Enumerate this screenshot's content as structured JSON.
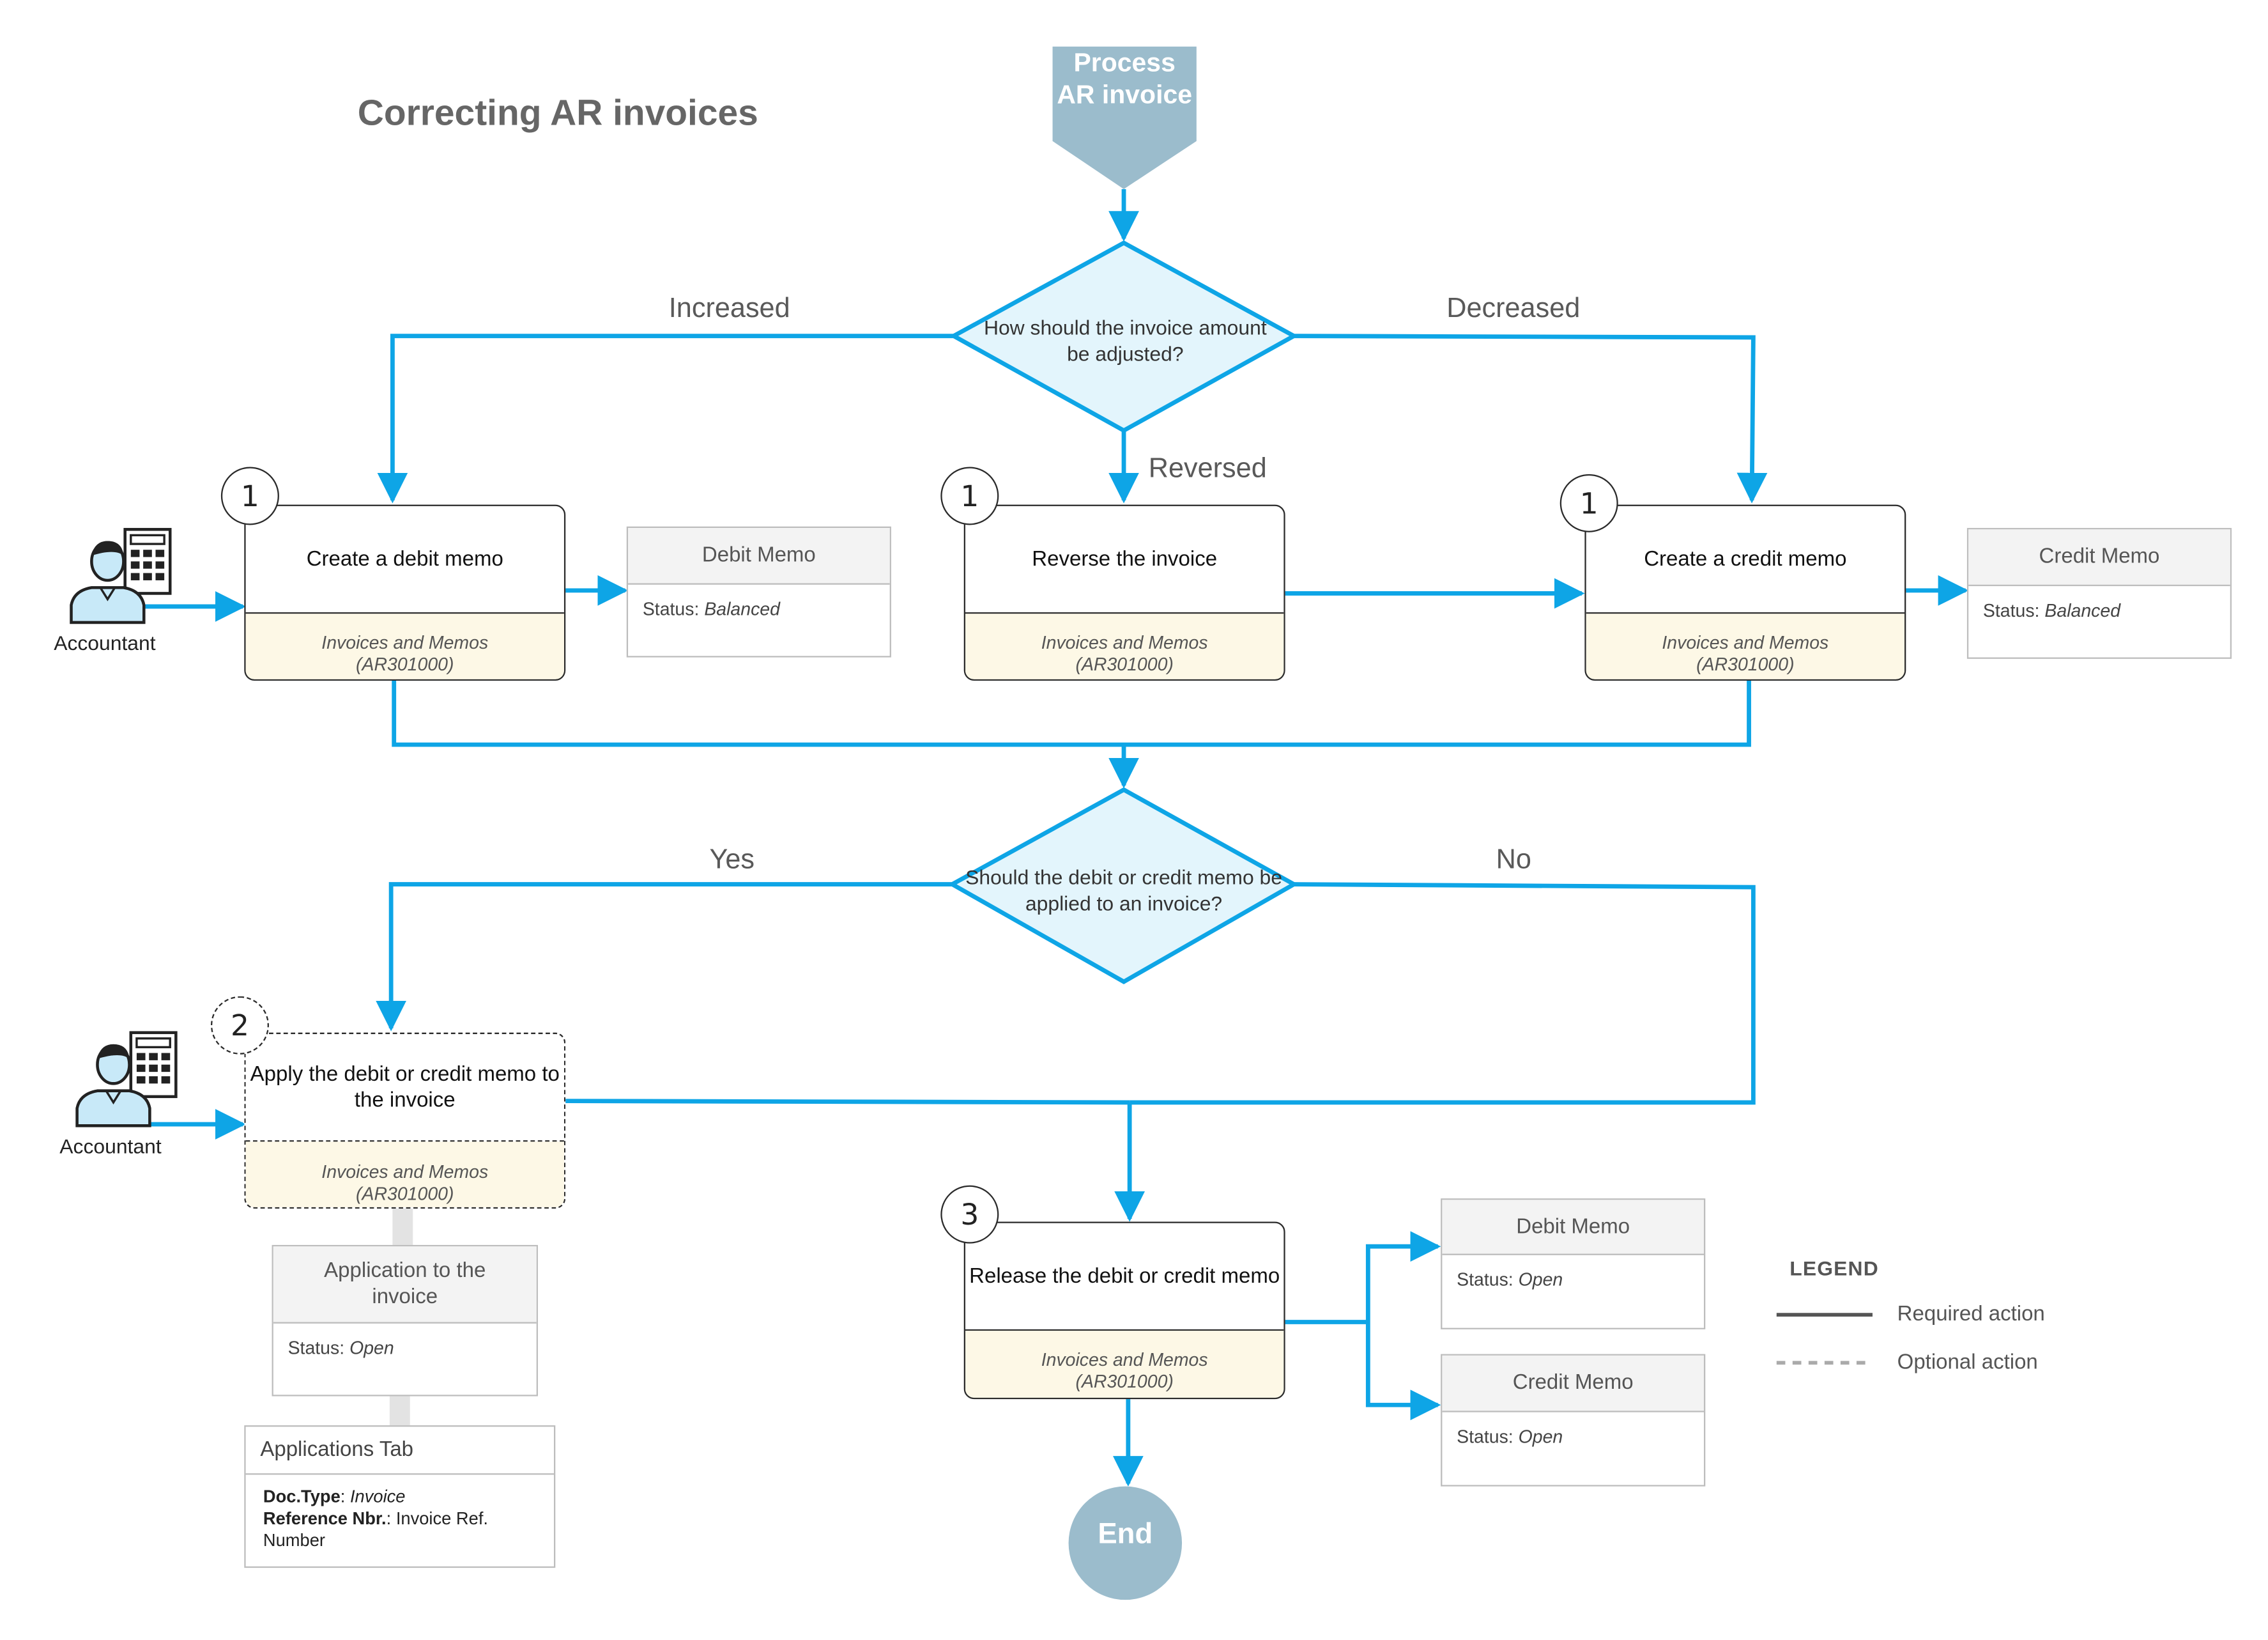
{
  "title": "Correcting AR invoices",
  "start_label": "Process AR invoice",
  "end_label": "End",
  "decision1": {
    "question": "How should the invoice amount be adjusted?",
    "branch_left": "Increased",
    "branch_down": "Reversed",
    "branch_right": "Decreased"
  },
  "decision2": {
    "question": "Should the debit or credit memo be applied to an invoice?",
    "branch_yes": "Yes",
    "branch_no": "No"
  },
  "actor": "Accountant",
  "form": {
    "name": "Invoices and Memos",
    "id": "(AR301000)"
  },
  "steps": {
    "debit": {
      "number": "1",
      "label": "Create a debit memo"
    },
    "reverse": {
      "number": "1",
      "label": "Reverse the invoice"
    },
    "credit": {
      "number": "1",
      "label": "Create a credit memo"
    },
    "apply": {
      "number": "2",
      "label": "Apply the debit or credit memo to the invoice"
    },
    "release": {
      "number": "3",
      "label": "Release the debit or credit memo"
    }
  },
  "docs": {
    "debit_top": {
      "title": "Debit Memo",
      "status_label": "Status:",
      "status_value": "Balanced"
    },
    "credit_top": {
      "title": "Credit Memo",
      "status_label": "Status:",
      "status_value": "Balanced"
    },
    "application": {
      "title": "Application to the invoice",
      "status_label": "Status:",
      "status_value": "Open"
    },
    "debit_bottom": {
      "title": "Debit Memo",
      "status_label": "Status:",
      "status_value": "Open"
    },
    "credit_bottom": {
      "title": "Credit Memo",
      "status_label": "Status:",
      "status_value": "Open"
    }
  },
  "applications_tab": {
    "title": "Applications Tab",
    "doc_type_label": "Doc.Type",
    "doc_type_value": "Invoice",
    "ref_label": "Reference Nbr.",
    "ref_value": "Invoice Ref. Number"
  },
  "legend": {
    "heading": "LEGEND",
    "required": "Required action",
    "optional": "Optional action"
  },
  "colors": {
    "flow": "#0ea5e6",
    "decision_fill": "#e3f5fc",
    "terminal": "#9bbccc",
    "form_fill": "#fdf8e6"
  }
}
